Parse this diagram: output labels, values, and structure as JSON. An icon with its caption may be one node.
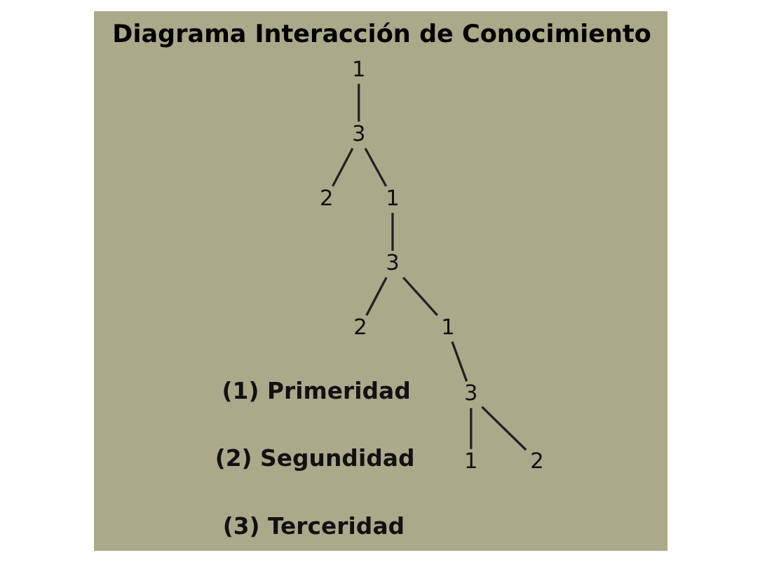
{
  "diagram": {
    "title": "Diagrama Interacción de Conocimiento",
    "nodes": [
      {
        "text": [
          "1"
        ]
      },
      {
        "text": [
          "3"
        ]
      },
      {
        "text": [
          "2"
        ]
      },
      {
        "text": [
          "1"
        ]
      },
      {
        "text": [
          "3"
        ]
      },
      {
        "text": [
          "2"
        ]
      },
      {
        "text": [
          "1"
        ]
      },
      {
        "text": [
          "3"
        ]
      },
      {
        "text": [
          "1"
        ]
      },
      {
        "text": [
          "2"
        ]
      }
    ],
    "edges": [
      {
        "from": 0,
        "to": 1,
        "arrow": "none"
      },
      {
        "from": 1,
        "to": 2,
        "arrow": "none"
      },
      {
        "from": 1,
        "to": 3,
        "arrow": "none"
      },
      {
        "from": 3,
        "to": 4,
        "arrow": "none"
      },
      {
        "from": 4,
        "to": 5,
        "arrow": "none"
      },
      {
        "from": 4,
        "to": 6,
        "arrow": "none"
      },
      {
        "from": 6,
        "to": 7,
        "arrow": "none"
      },
      {
        "from": 7,
        "to": 8,
        "arrow": "none"
      },
      {
        "from": 7,
        "to": 9,
        "arrow": "none"
      }
    ],
    "labels": [
      "(1) Primeridad",
      "(2) Segundidad",
      "(3) Terceridad"
    ]
  }
}
